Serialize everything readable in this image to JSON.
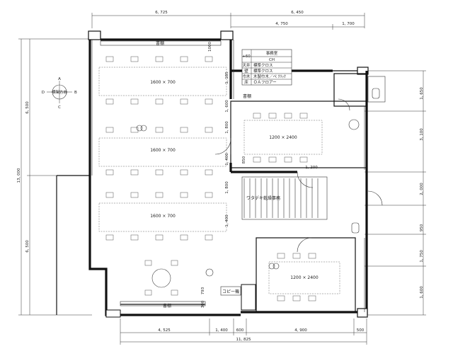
{
  "dimensions": {
    "top_1": "6, 725",
    "top_2": "6, 450",
    "top_sub_1": "4, 750",
    "top_sub_2": "1, 700",
    "left_total": "13, 000",
    "left_upper": "6, 500",
    "left_lower": "6, 500",
    "right": [
      "1, 650",
      "3, 100",
      "2, 000",
      "950",
      "1, 750",
      "1, 600"
    ],
    "bottom": [
      "4, 525",
      "1, 400",
      "600",
      "4, 900",
      "500"
    ],
    "bottom_total": "11, 825",
    "inner_vertical": [
      "1, 185",
      "1, 600",
      "1, 800",
      "1, 400",
      "1, 800",
      "1, 400"
    ],
    "inner_small": [
      "1000",
      "850",
      "1, 200",
      "793",
      "300"
    ]
  },
  "legend": {
    "level": "+60",
    "title": "事務室",
    "ch": "CH",
    "rows": [
      {
        "key": "天井",
        "value": "標準クロス"
      },
      {
        "key": "壁",
        "value": "標準クロス"
      },
      {
        "key": "巾木",
        "value": "木製巾木／ペ ｸﾘｯｸ"
      },
      {
        "key": "床",
        "value": "ＯＡフロアー"
      }
    ]
  },
  "compass": {
    "top": "A",
    "bottom": "C",
    "left": "D",
    "right": "B",
    "label": "横架方向"
  },
  "labels": {
    "bookshelf_top": "書棚",
    "bookshelf_mid": "書棚",
    "bookshelf_bottom": "書棚",
    "copier": "コピー機",
    "stair": "ワタデキ乾燥事務",
    "table_1": "1600 × 700",
    "table_2": "1600 × 700",
    "table_3": "1600 × 700",
    "table_4": "1200 × 2400",
    "table_5": "1200 × 2400"
  }
}
